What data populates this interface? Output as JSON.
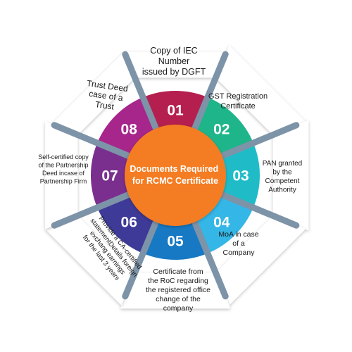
{
  "center": {
    "title_lines": [
      "Documents Required",
      "for RCMC Certificate"
    ],
    "color": "#f47c20"
  },
  "items": [
    {
      "number": "01",
      "color": "#b51f4f",
      "lines": [
        "Copy of IEC",
        "Number",
        "issued by DGFT"
      ]
    },
    {
      "number": "02",
      "color": "#1fb58a",
      "lines": [
        "GST Registration",
        "Certificate"
      ]
    },
    {
      "number": "03",
      "color": "#1fbcc8",
      "lines": [
        "PAN granted",
        "by the",
        "Competent",
        "Authority"
      ]
    },
    {
      "number": "04",
      "color": "#34b6e6",
      "lines": [
        "MoA in case",
        "of a",
        "Company"
      ]
    },
    {
      "number": "05",
      "color": "#1779c4",
      "lines": [
        "Certificate from",
        "the RoC regarding",
        "the registered office",
        "change of the",
        "company"
      ]
    },
    {
      "number": "06",
      "color": "#3e3a97",
      "lines": [
        "Provide a CA-certified",
        "statementDetails foreign",
        "exchang earnings",
        "for the last 3 years"
      ]
    },
    {
      "number": "07",
      "color": "#7a2f8e",
      "lines": [
        "Self-certified copy",
        "of the Partnership",
        "Deed incase of",
        "Partnership Firm"
      ]
    },
    {
      "number": "08",
      "color": "#a7268b",
      "lines": [
        "Trust Deed",
        "case of a",
        "Trust"
      ]
    }
  ],
  "colors": {
    "divider": "#7d93a8",
    "card": "#ffffff",
    "card_shadow": "#cfcfcf"
  }
}
